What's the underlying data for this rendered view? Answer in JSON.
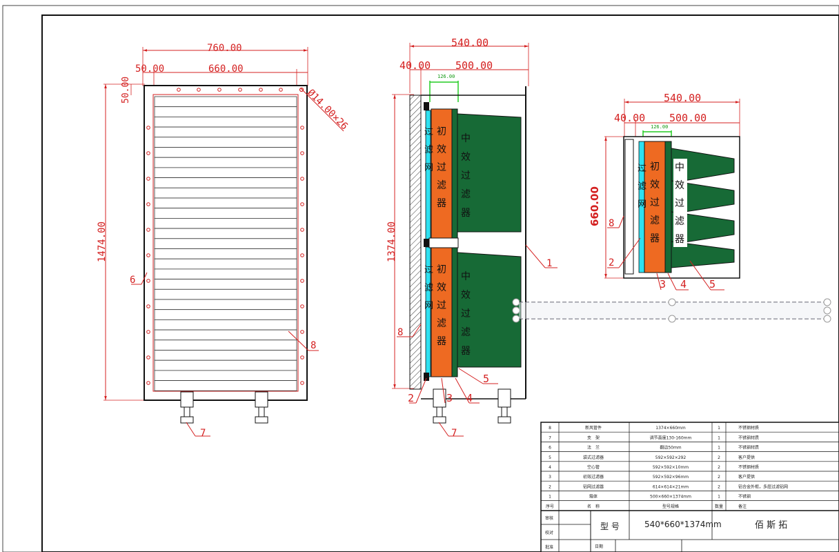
{
  "front_view": {
    "width_total": "760.00",
    "margin": "50.00",
    "width_inner": "660.00",
    "margin_v": "50.00",
    "hole_spec": "Ø14.00×26",
    "height": "1474.00",
    "label_6": "6",
    "label_8": "8",
    "label_7": "7"
  },
  "side_view": {
    "width_total": "540.00",
    "w_small": "40.00",
    "w_main": "500.00",
    "small_dim": "126.00",
    "height": "1374.00",
    "label_1": "1",
    "label_2": "2",
    "label_3": "3",
    "label_4": "4",
    "label_5": "5",
    "label_7": "7",
    "label_8": "8",
    "primary_filter_chars": [
      "初",
      "效",
      "过",
      "滤",
      "器"
    ],
    "medium_filter_chars": [
      "中",
      "效",
      "过",
      "滤",
      "器"
    ],
    "mesh_chars": [
      "过",
      "滤",
      "网"
    ]
  },
  "section_view": {
    "width_total": "540.00",
    "w_small": "40.00",
    "w_main": "500.00",
    "small_dim": "126.00",
    "height": "660.00",
    "label_2": "2",
    "label_3": "3",
    "label_4": "4",
    "label_5": "5",
    "label_8": "8",
    "primary_filter_chars": [
      "初",
      "效",
      "过",
      "滤",
      "器"
    ],
    "medium_filter_chars": [
      "中",
      "效",
      "过",
      "滤",
      "器"
    ],
    "mesh_chars": [
      "过",
      "滤",
      "网"
    ]
  },
  "bom": {
    "rows": [
      {
        "no": "8",
        "name": "新风管件",
        "spec": "1374×660mm",
        "qty": "1",
        "note": "不锈钢材质"
      },
      {
        "no": "7",
        "name": "支　架",
        "spec": "调节高度130-160mm",
        "qty": "1",
        "note": "不锈钢材质"
      },
      {
        "no": "6",
        "name": "法　兰",
        "spec": "翻边50mm",
        "qty": "1",
        "note": "不锈钢材质"
      },
      {
        "no": "5",
        "name": "袋式过滤器",
        "spec": "592×592×292",
        "qty": "2",
        "note": "客户提供"
      },
      {
        "no": "4",
        "name": "空心管",
        "spec": "592×592×10mm",
        "qty": "2",
        "note": "不锈钢材质"
      },
      {
        "no": "3",
        "name": "初效过滤器",
        "spec": "592×592×96mm",
        "qty": "2",
        "note": "客户提供"
      },
      {
        "no": "2",
        "name": "铝网过滤器",
        "spec": "614×614×21mm",
        "qty": "2",
        "note": "铝合金外框，多层过滤铝网"
      },
      {
        "no": "1",
        "name": "箱体",
        "spec": "500×660×1374mm",
        "qty": "1",
        "note": "不锈钢"
      }
    ],
    "headers": {
      "no": "序号",
      "name": "名　称",
      "spec": "型号规格",
      "qty": "数量",
      "note": "备注"
    }
  },
  "title_block": {
    "design_label": "审核",
    "check_label": "校对",
    "approve_label": "批准",
    "date_label": "日期",
    "model_label": "型 号",
    "model_value": "540*660*1374mm",
    "company": "佰 斯 拓"
  },
  "colors": {
    "dimension": "#d42020",
    "primary_filter": "#ee6a22",
    "medium_filter": "#176a36",
    "mesh": "#2ee0f0",
    "green_dim": "#22cc22"
  }
}
